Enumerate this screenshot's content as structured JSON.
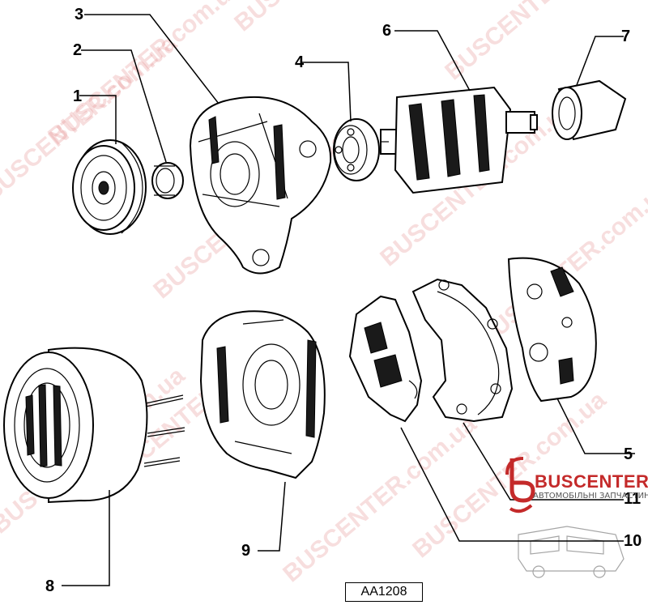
{
  "figure": {
    "reference_code": "AA1208",
    "callouts": {
      "1": "1",
      "2": "2",
      "3": "3",
      "4": "4",
      "5": "5",
      "6": "6",
      "7": "7",
      "8": "8",
      "9": "9",
      "10": "10",
      "11": "11"
    }
  },
  "watermark": {
    "brand": "BUSCENTER",
    "domain": "BUSCENTER.com.ua",
    "site": ".com.ua",
    "tagline": "АВТОМОБІЛЬНІ ЗАПЧАСТИНИ",
    "brand_color": "#c42a2a"
  },
  "icons": {
    "logo": "buscenter-logo-icon",
    "bus": "bus-outline-icon"
  }
}
